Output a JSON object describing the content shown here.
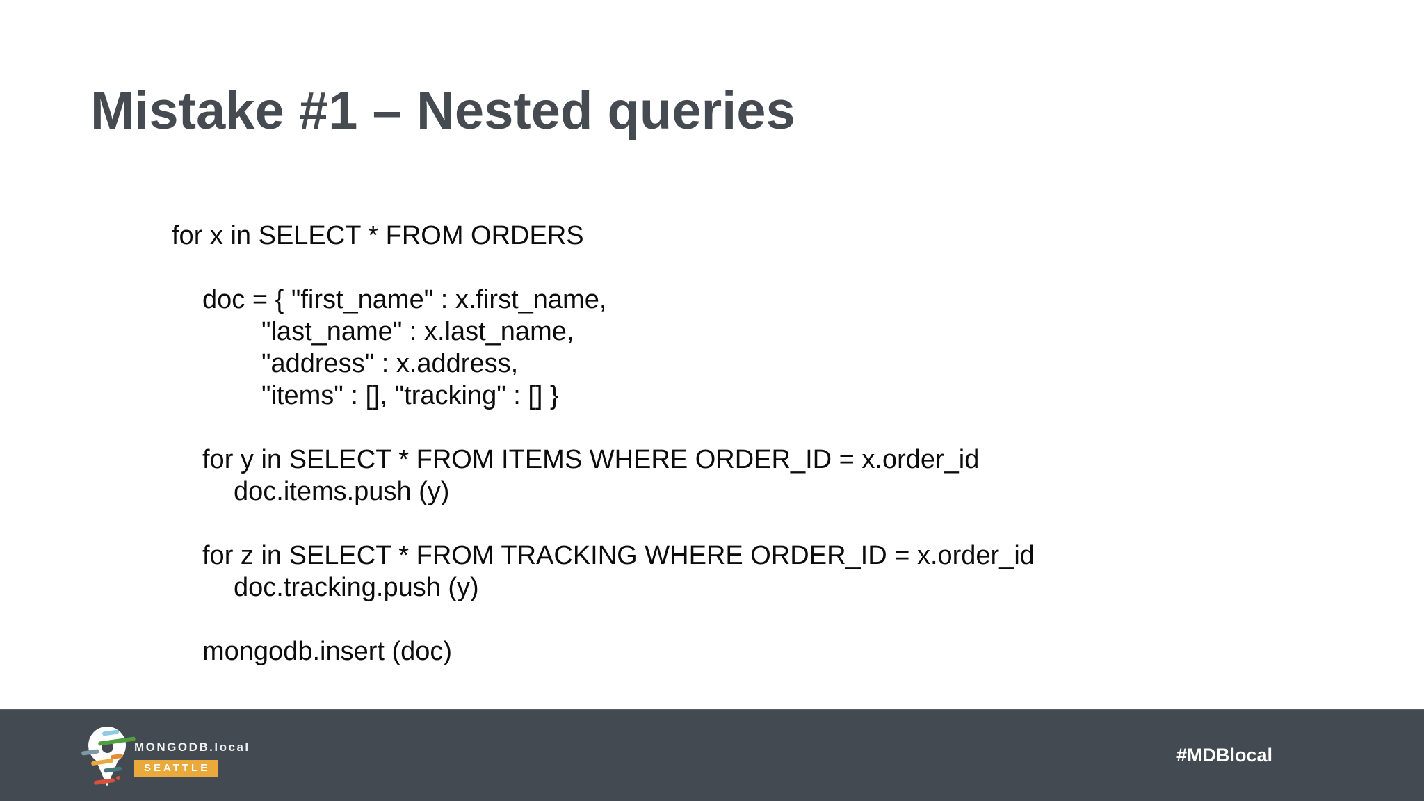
{
  "slide": {
    "title": "Mistake #1 – Nested queries",
    "background_color": "#ffffff",
    "title_color": "#464b52"
  },
  "code": {
    "text_color": "#0c0c0c",
    "lines": [
      "for x in SELECT * FROM ORDERS",
      "doc = { \"first_name\" : x.first_name,",
      "\"last_name\" : x.last_name,",
      "\"address\" : x.address,",
      "\"items\" : [], \"tracking\" : [] }",
      "for y in SELECT * FROM ITEMS WHERE ORDER_ID = x.order_id",
      "doc.items.push (y)",
      "for z in SELECT * FROM TRACKING WHERE ORDER_ID = x.order_id",
      "doc.tracking.push (y)",
      "mongodb.insert (doc)"
    ]
  },
  "footer": {
    "brand": "MONGODB.local",
    "city": "SEATTLE",
    "hashtag": "#MDBlocal",
    "colors": {
      "bar": "#434a51",
      "badge": "#e9a93b",
      "pin_dashes": [
        "#8fcbe8",
        "#4f9e3f",
        "#7f98a5",
        "#e58c35",
        "#e9a93b",
        "#49767b",
        "#d9503d"
      ]
    }
  }
}
